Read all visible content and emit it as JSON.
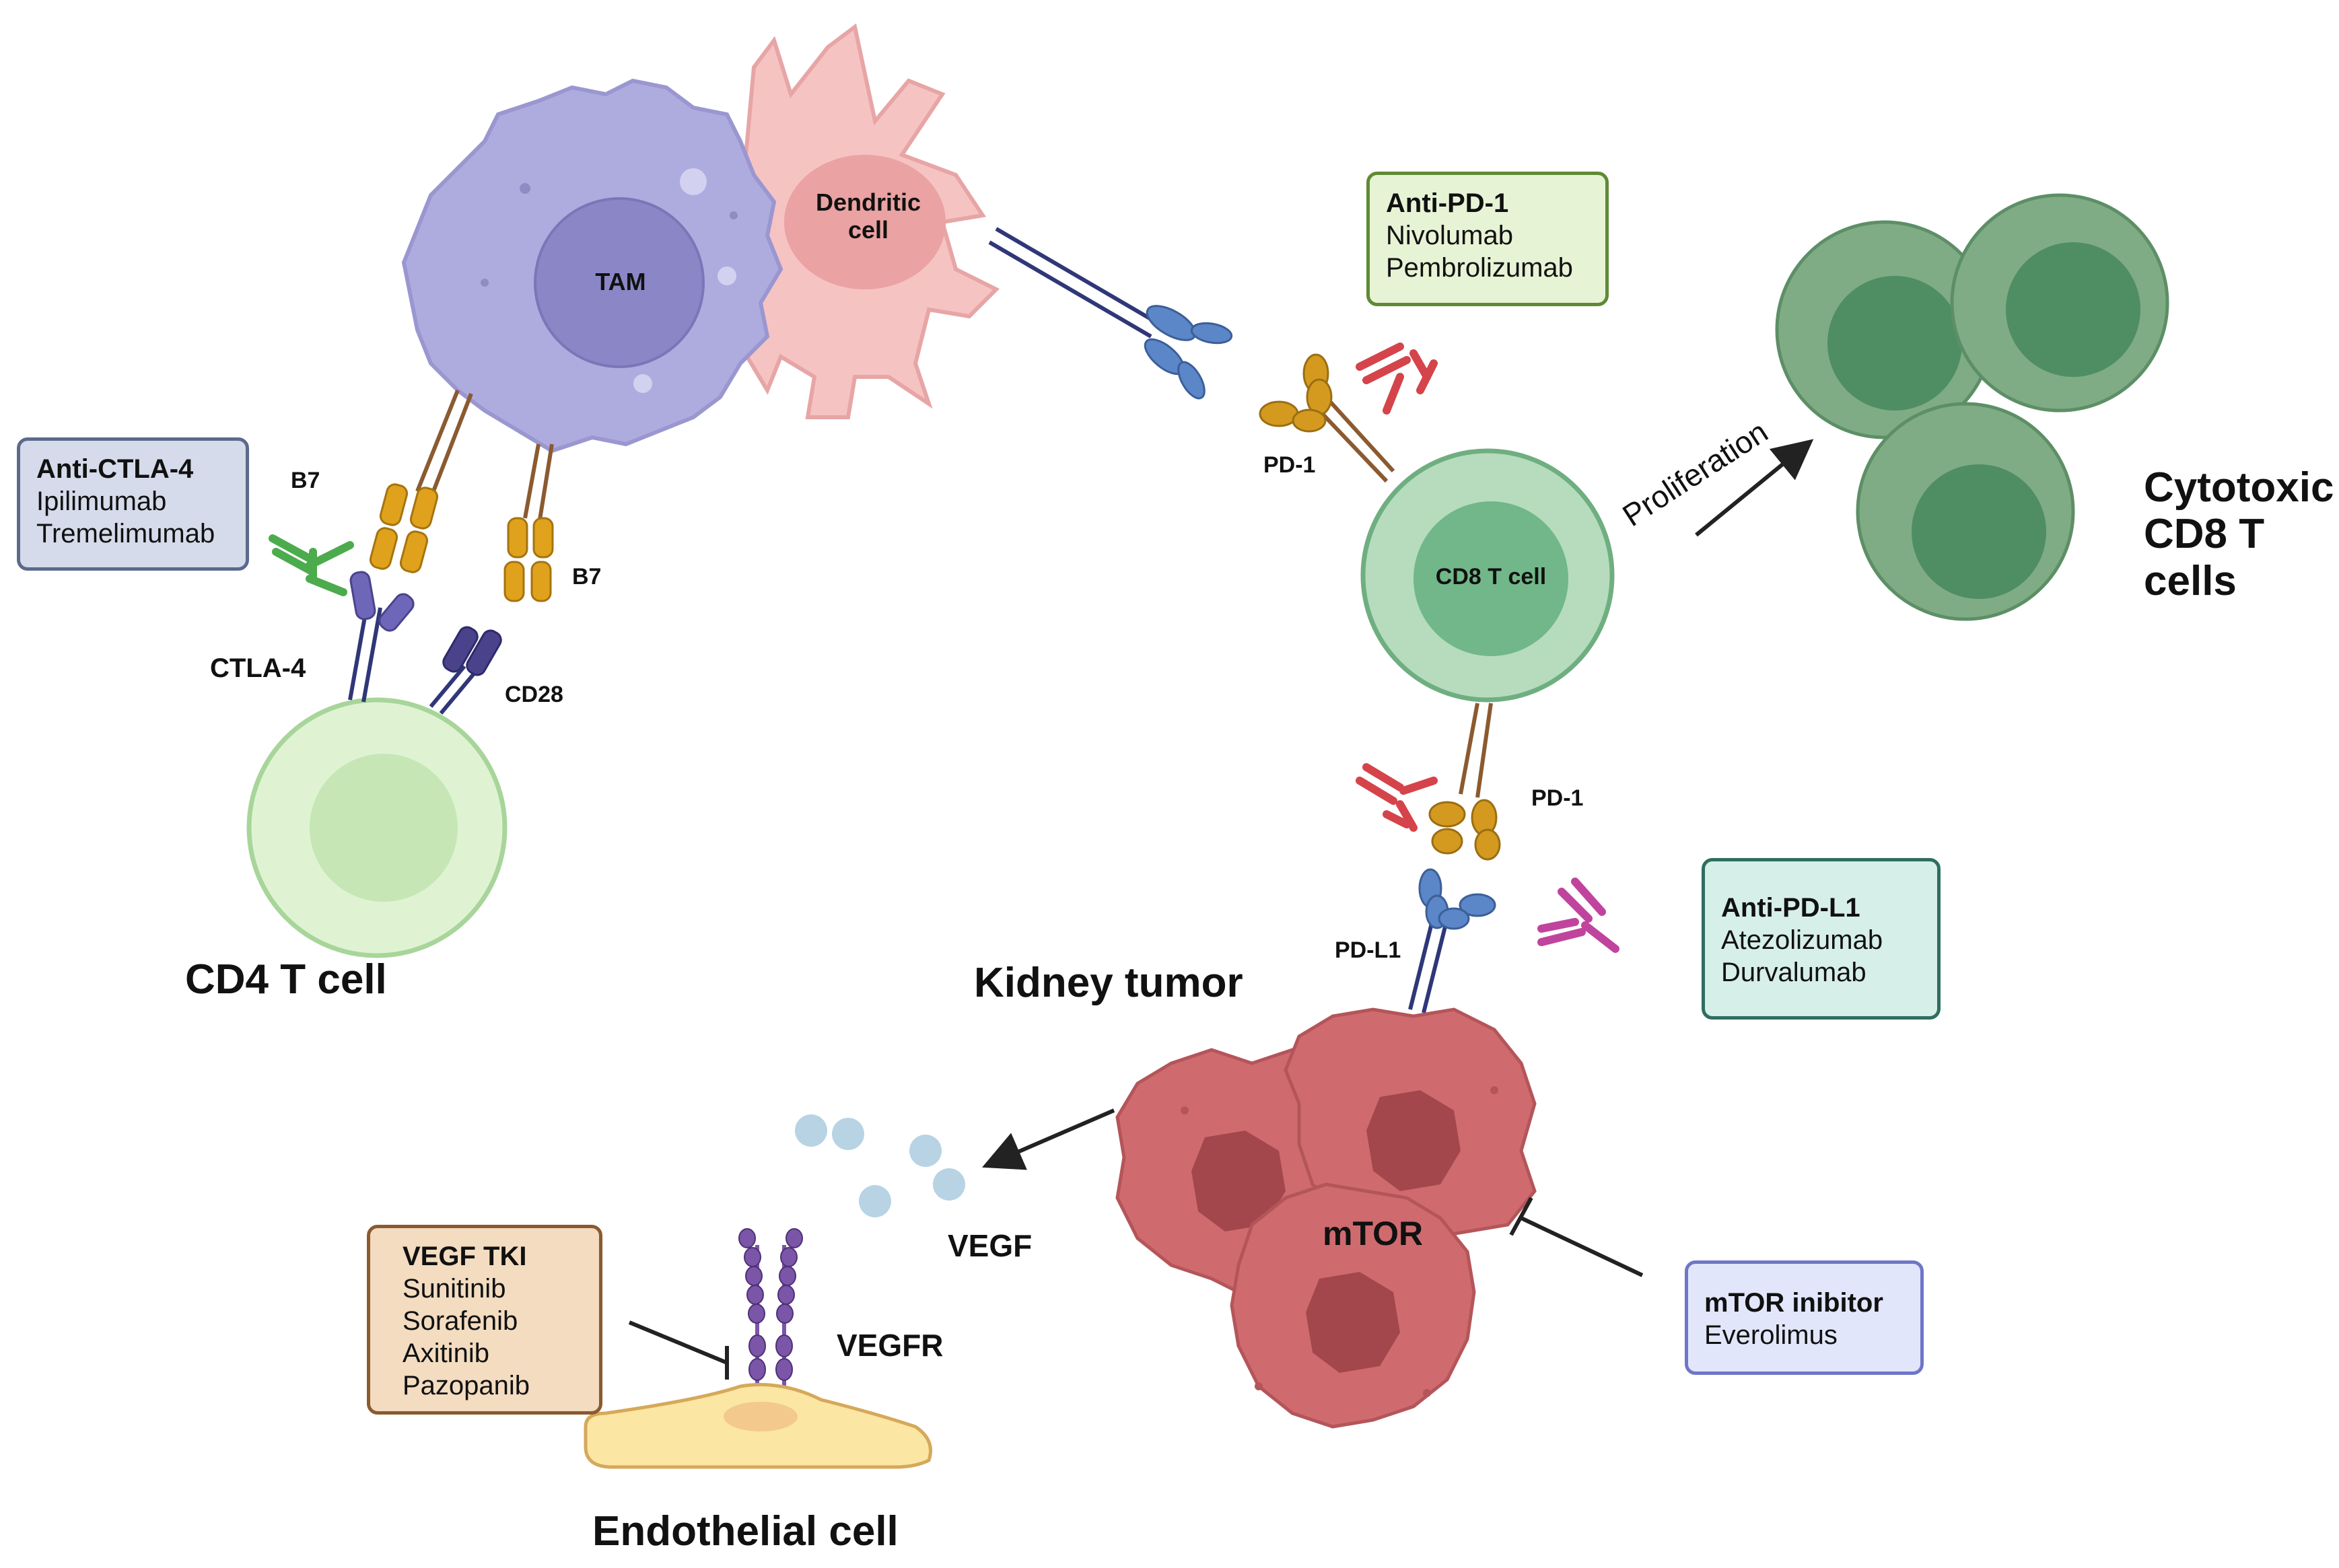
{
  "cells": {
    "tam": "TAM",
    "dendritic": "Dendritic\ncell",
    "cd8": "CD8 T cell",
    "cd4": "CD4 T cell",
    "cytotoxic": "Cytotoxic\nCD8 T\ncells",
    "tumor": "Kidney tumor",
    "endothelial": "Endothelial cell"
  },
  "molecules": {
    "b7_left": "B7",
    "b7_right": "B7",
    "ctla4": "CTLA-4",
    "cd28": "CD28",
    "pd1_top": "PD-1",
    "pd1_bottom": "PD-1",
    "pdl1": "PD-L1",
    "vegf": "VEGF",
    "vegfr": "VEGFR",
    "mtor": "mTOR"
  },
  "process": {
    "proliferation": "Proliferation"
  },
  "drug_boxes": {
    "anti_ctla4": {
      "title": "Anti-CTLA-4",
      "items": [
        "Ipilimumab",
        "Tremelimumab"
      ],
      "fill": "#d5dbea",
      "border": "#5b6a8c"
    },
    "anti_pd1": {
      "title": "Anti-PD-1",
      "items": [
        "Nivolumab",
        "Pembrolizumab"
      ],
      "fill": "#e7f3d5",
      "border": "#5f8a35"
    },
    "anti_pdl1": {
      "title": "Anti-PD-L1",
      "items": [
        "Atezolizumab",
        "Durvalumab"
      ],
      "fill": "#d6efe8",
      "border": "#2f6e5f"
    },
    "mtor_inhibitor": {
      "title": "mTOR inibitor",
      "items": [
        "Everolimus"
      ],
      "fill": "#e2e6fb",
      "border": "#6f76c8"
    },
    "vegf_tki": {
      "title": "VEGF TKI",
      "items": [
        "Sunitinib",
        "Sorafenib",
        "Axitinib",
        "Pazopanib"
      ],
      "fill": "#f3dcc0",
      "border": "#8b5a30"
    }
  },
  "colors": {
    "tam": "#aeacdf",
    "tam_nucleus": "#8b87c6",
    "dendritic": "#f6c3c3",
    "dendritic_nucleus": "#eaa2a2",
    "cd8_outer": "#b6dcbd",
    "cd8_inner": "#71b789",
    "cd4_outer": "#dff3d3",
    "cd4_inner": "#c6e6b6",
    "cytotoxic_outer": "#7fac84",
    "cytotoxic_inner": "#4f8d62",
    "tumor": "#cf6b6f",
    "tumor_nucleus": "#a3474c",
    "endothelial": "#fbe6a3",
    "vegf_dot": "#b7d3e4",
    "b7": "#e0a21d",
    "pd1": "#d4991f",
    "pdl1": "#5b86c8",
    "anti_ctla4_ab": "#4cab4c",
    "anti_pd1_ab": "#d4444a",
    "anti_pdl1_ab": "#c0449d",
    "vegfr": "#7a55a8",
    "receptor_stalk": "#2f3778"
  }
}
